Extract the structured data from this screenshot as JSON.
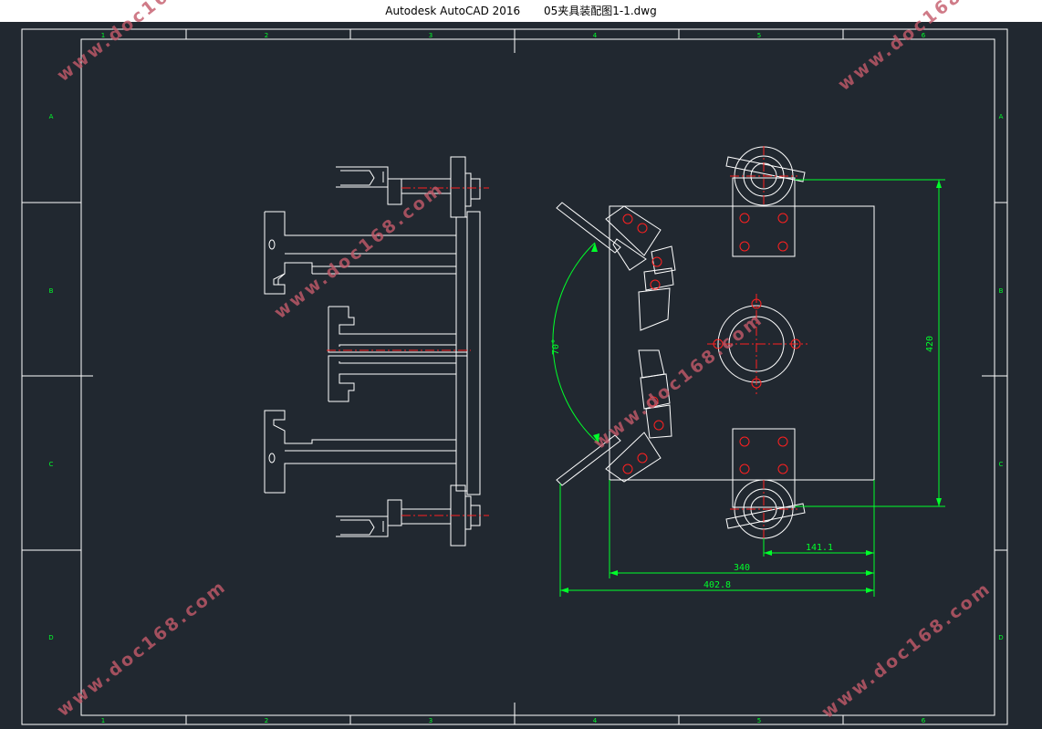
{
  "window": {
    "app_title": "Autodesk AutoCAD 2016",
    "file_name": "05夹具装配图1-1.dwg"
  },
  "frame": {
    "column_labels": [
      "1",
      "2",
      "3",
      "4",
      "5",
      "6"
    ],
    "row_labels": [
      "A",
      "B",
      "C",
      "D"
    ]
  },
  "dimensions": {
    "angle": "70°",
    "height": "420",
    "width_inner": "340",
    "width_partial": "141.1",
    "width_total": "402.8"
  },
  "watermark": {
    "text": "www.doc168.com"
  },
  "colors": {
    "background": "#212830",
    "geometry": "#ffffff",
    "dimension": "#00ff2a",
    "centerline": "#ff2020",
    "watermark": "#c45a6a"
  }
}
